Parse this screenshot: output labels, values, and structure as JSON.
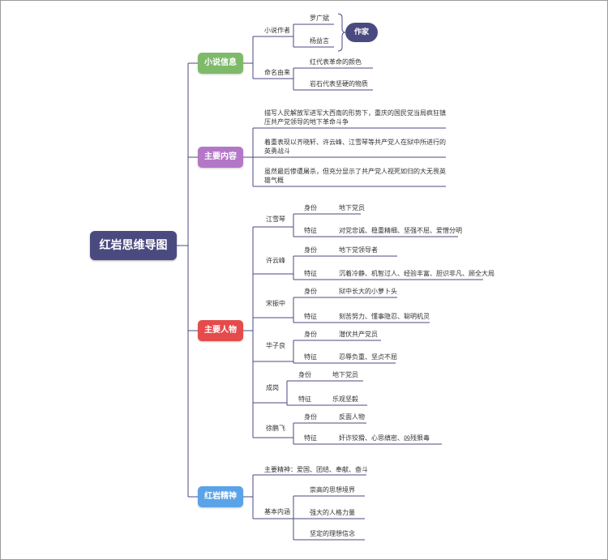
{
  "colors": {
    "root": "#4b4a80",
    "branch_info": "#7fba6b",
    "branch_content": "#b377c7",
    "branch_people": "#e54b4b",
    "branch_spirit": "#5aa3e8",
    "line": "#4b4a80"
  },
  "root": "红岩思维导图",
  "info": {
    "label": "小说信息",
    "authors_label": "小说作者",
    "author1": "罗广斌",
    "author2": "杨益言",
    "authors_tag": "作家",
    "naming_label": "命名由来",
    "naming1": "红代表革命的颜色",
    "naming2": "岩石代表坚硬的物质"
  },
  "content": {
    "label": "主要内容",
    "items": [
      "描写人民解放军进军大西南的形势下，重庆的国民党当局疯狂镇压共产党领导的地下革命斗争",
      "着重表现以齐晓轩、许云峰、江雪琴等共产党人在狱中所进行的英勇战斗",
      "虽然最后惨遭屠杀，但充分显示了共产党人视死如归的大无畏英雄气概"
    ]
  },
  "people": {
    "label": "主要人物",
    "identity_label": "身份",
    "trait_label": "特征",
    "list": [
      {
        "name": "江雪琴",
        "identity": "地下党员",
        "trait": "对党忠诚、稳重精细、坚强不屈、爱憎分明"
      },
      {
        "name": "许云峰",
        "identity": "地下党领导者",
        "trait": "沉着冷静、机智过人、经验丰富、胆识非凡、顾全大局"
      },
      {
        "name": "宋振中",
        "identity": "狱中长大的小萝卜头",
        "trait": "刻苦努力、懂事隐忍、聪明机灵"
      },
      {
        "name": "华子良",
        "identity": "潜伏共产党员",
        "trait": "忍辱负重、坚贞不屈"
      },
      {
        "name": "成岗",
        "identity": "地下党员",
        "trait": "乐观坚毅"
      },
      {
        "name": "徐鹏飞",
        "identity": "反面人物",
        "trait": "奸诈狡猾、心思缜密、凶残狠毒"
      }
    ]
  },
  "spirit": {
    "label": "红岩精神",
    "main_spirit": "主要精神：爱国、团结、奉献、奋斗",
    "basic_label": "基本内涵",
    "items": [
      "崇高的思想境界",
      "强大的人格力量",
      "坚定的理想信念"
    ]
  }
}
